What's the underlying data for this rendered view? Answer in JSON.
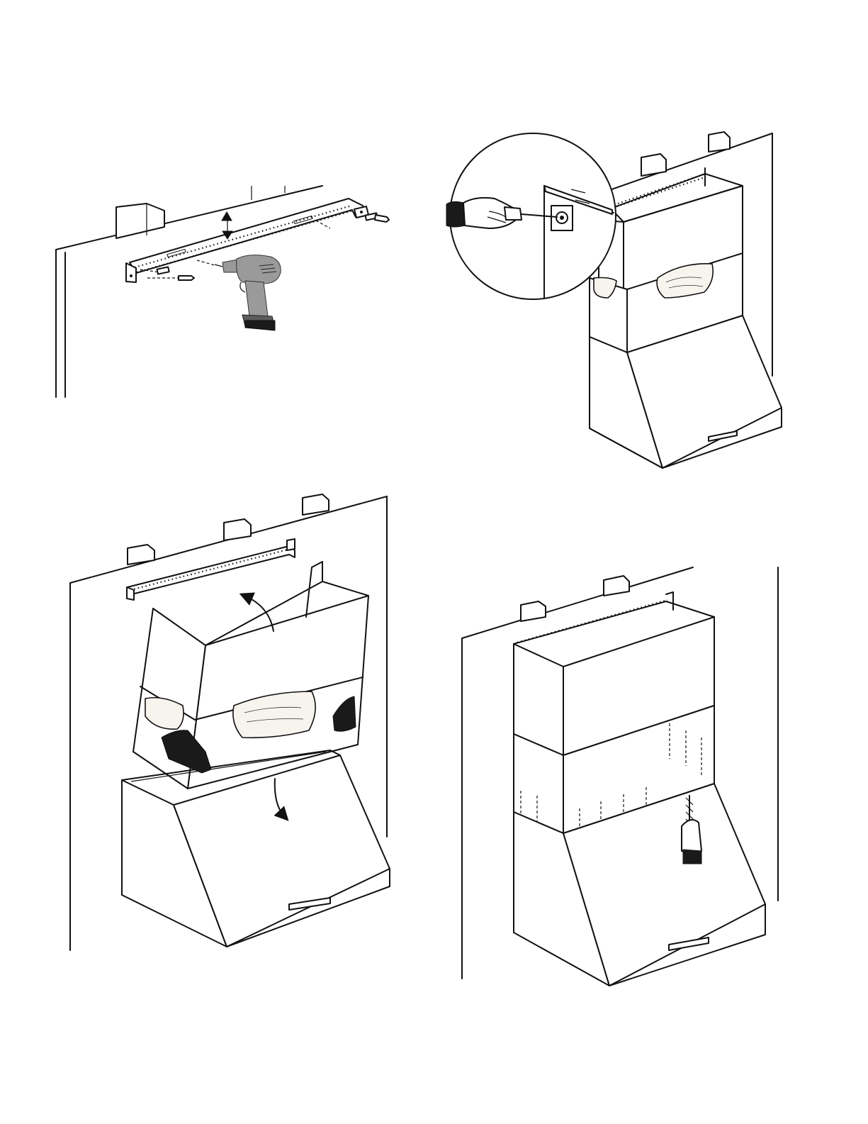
{
  "page": {
    "title": "",
    "footer_text": ""
  },
  "panels": [
    {
      "id": "step-1",
      "description_shown": false,
      "parts": [
        "wall",
        "studs",
        "mounting-bracket",
        "screws",
        "power-drill"
      ]
    },
    {
      "id": "step-2",
      "description_shown": false,
      "parts": [
        "wall",
        "studs",
        "mounting-bracket",
        "chimney-upper",
        "chimney-lower",
        "hood-body",
        "zoom-callout",
        "screwdriver"
      ]
    },
    {
      "id": "step-3",
      "description_shown": false,
      "parts": [
        "wall",
        "studs",
        "mounting-bracket",
        "chimney-assembly",
        "hood-body",
        "rotation-arrows",
        "gloved-hands"
      ]
    },
    {
      "id": "step-4",
      "description_shown": false,
      "parts": [
        "wall",
        "studs",
        "mounting-bracket",
        "chimney-upper",
        "chimney-lower",
        "hood-body",
        "screwdriver"
      ]
    }
  ],
  "colors": {
    "line": "#111111",
    "background": "#ffffff",
    "drill_body": "#9a9a9a",
    "drill_battery": "#5c5c5c",
    "glove": "#1a1a1a"
  }
}
